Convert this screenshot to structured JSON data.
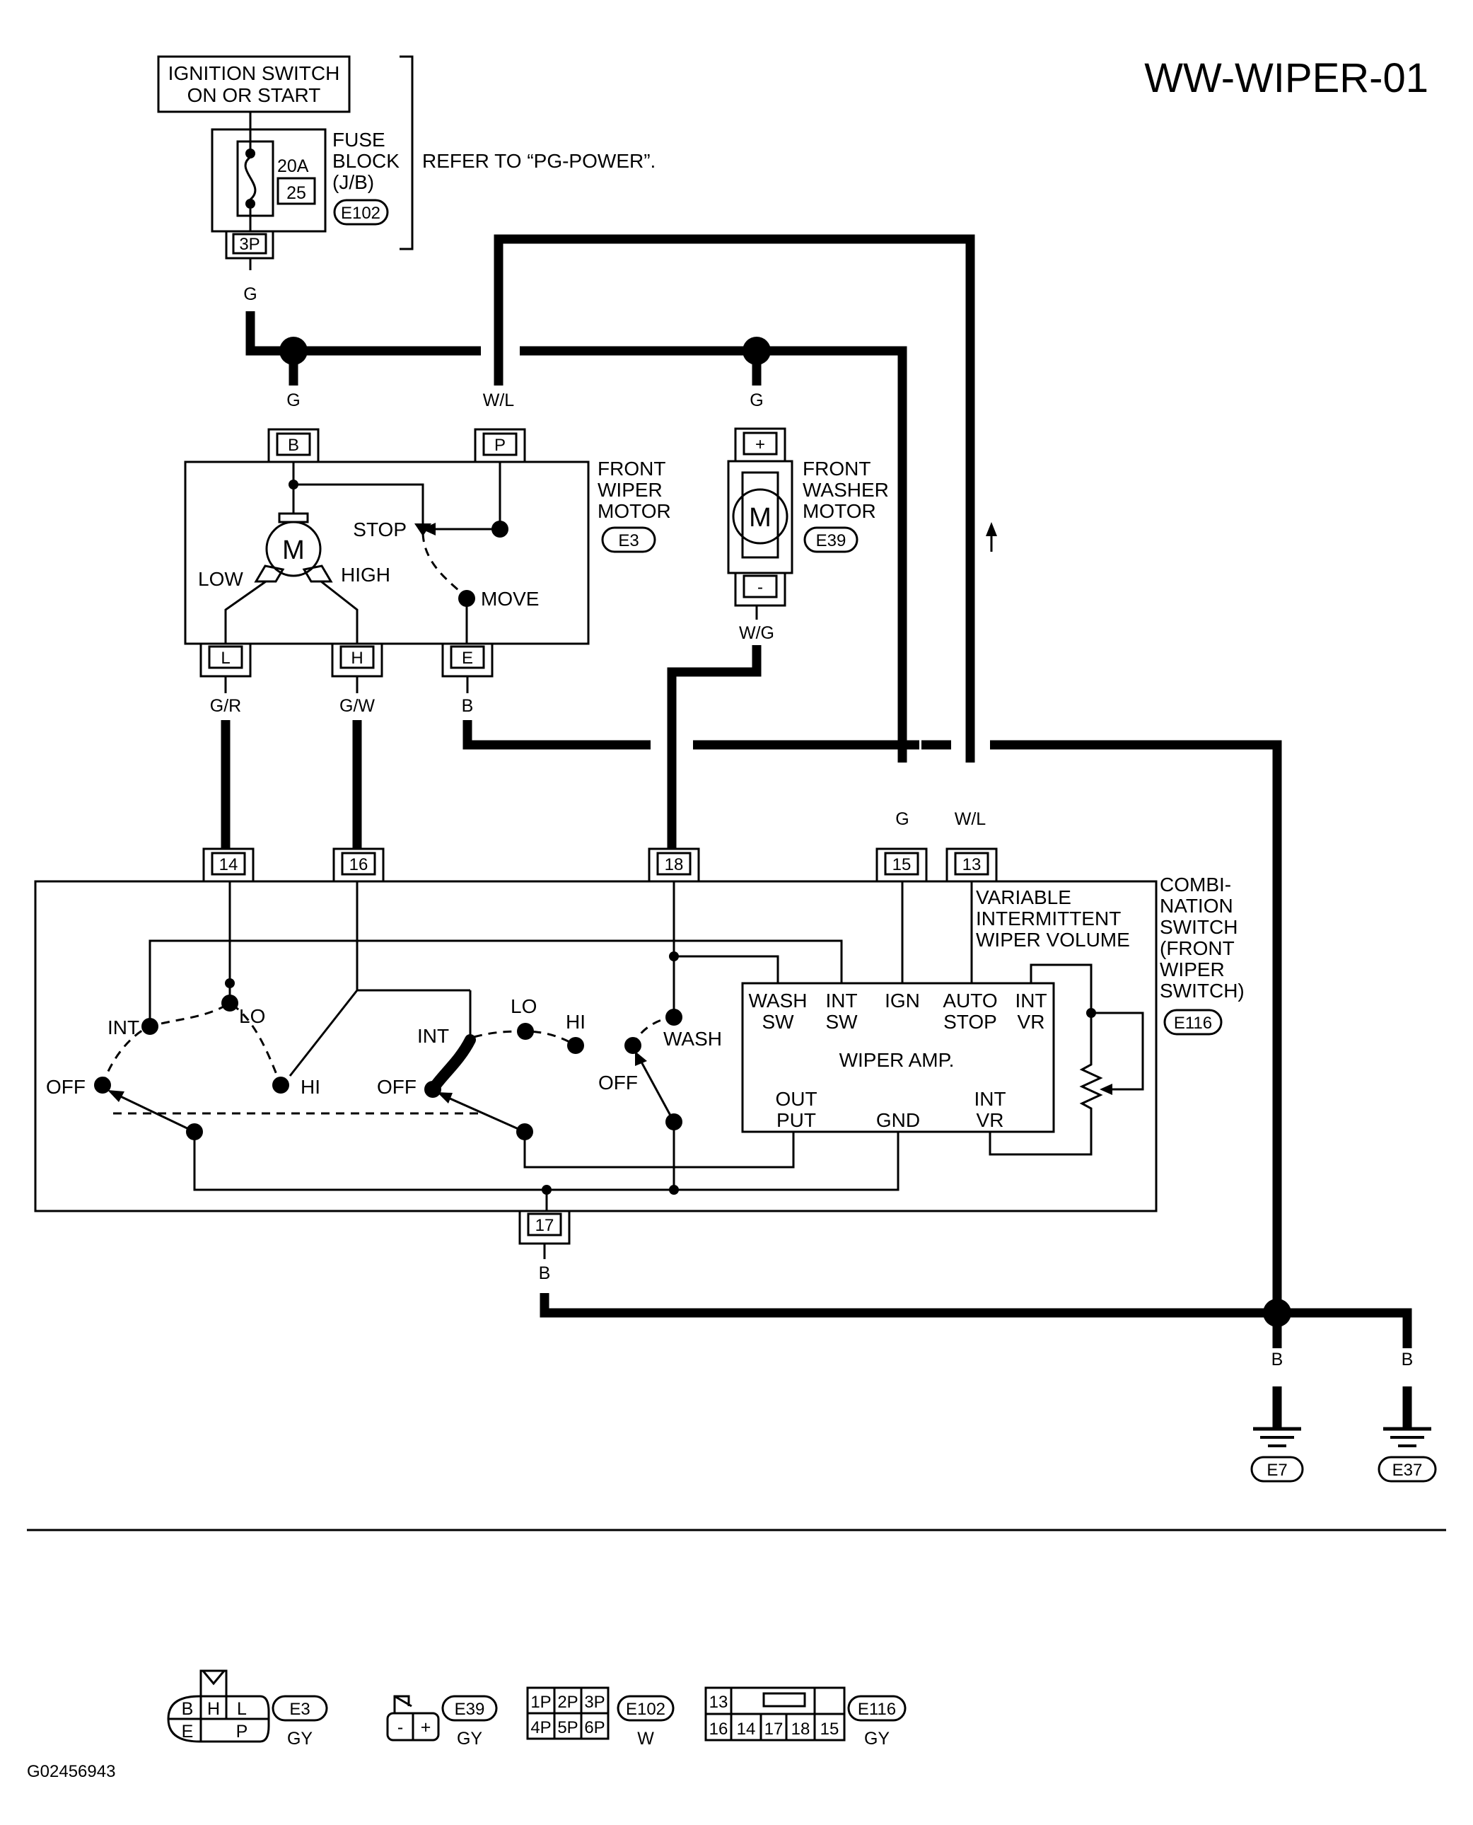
{
  "title": "WW-WIPER-01",
  "footer_code": "G02456943",
  "power": {
    "ignition_line1": "IGNITION SWITCH",
    "ignition_line2": "ON OR START",
    "fuse_amp": "20A",
    "fuse_no": "25",
    "fuse_label": [
      "FUSE",
      "BLOCK",
      "(J/B)"
    ],
    "fuse_connector": "E102",
    "fuse_pin": "3P",
    "refer_note": "REFER TO “PG-POWER”."
  },
  "wire_colors": {
    "g": "G",
    "wl": "W/L",
    "wg": "W/G",
    "gr": "G/R",
    "gw": "G/W",
    "b": "B"
  },
  "wiper_motor": {
    "label": [
      "FRONT",
      "WIPER",
      "MOTOR"
    ],
    "connector": "E3",
    "motor_symbol": "M",
    "pins": {
      "b": "B",
      "p": "P",
      "l": "L",
      "h": "H",
      "e": "E"
    },
    "stop": "STOP",
    "move": "MOVE",
    "low": "LOW",
    "high": "HIGH"
  },
  "washer_motor": {
    "label": [
      "FRONT",
      "WASHER",
      "MOTOR"
    ],
    "connector": "E39",
    "motor_symbol": "M",
    "plus": "+",
    "minus": "-"
  },
  "combination_switch": {
    "label": [
      "COMBI-",
      "NATION",
      "SWITCH",
      "(FRONT",
      "WIPER",
      "SWITCH)"
    ],
    "connector": "E116",
    "pins": {
      "p14": "14",
      "p16": "16",
      "p18": "18",
      "p15": "15",
      "p13": "13",
      "p17": "17"
    },
    "variable_label": [
      "VARIABLE",
      "INTERMITTENT",
      "WIPER VOLUME"
    ],
    "sw1": {
      "int": "INT",
      "lo": "LO",
      "off": "OFF",
      "hi": "HI"
    },
    "sw2": {
      "int": "INT",
      "lo": "LO",
      "off": "OFF",
      "hi": "HI"
    },
    "sw3": {
      "wash": "WASH",
      "off": "OFF"
    },
    "amp": {
      "title": "WIPER AMP.",
      "wash_sw": [
        "WASH",
        "SW"
      ],
      "int_sw": [
        "INT",
        "SW"
      ],
      "ign": "IGN",
      "auto_stop": [
        "AUTO",
        "STOP"
      ],
      "int_vr_top": [
        "INT",
        "VR"
      ],
      "output": [
        "OUT",
        "PUT"
      ],
      "gnd": "GND",
      "int_vr_bottom": [
        "INT",
        "VR"
      ]
    }
  },
  "grounds": {
    "e7": "E7",
    "e37": "E37"
  },
  "legend": {
    "e3": {
      "name": "E3",
      "color": "GY",
      "pins": [
        "B",
        "H",
        "L",
        "E",
        "P"
      ]
    },
    "e39": {
      "name": "E39",
      "color": "GY",
      "pins": [
        "-",
        "+"
      ]
    },
    "e102": {
      "name": "E102",
      "color": "W",
      "pins": [
        "1P",
        "2P",
        "3P",
        "4P",
        "5P",
        "6P"
      ]
    },
    "e116": {
      "name": "E116",
      "color": "GY",
      "pins": [
        "13",
        "16",
        "14",
        "17",
        "18",
        "15"
      ]
    }
  }
}
